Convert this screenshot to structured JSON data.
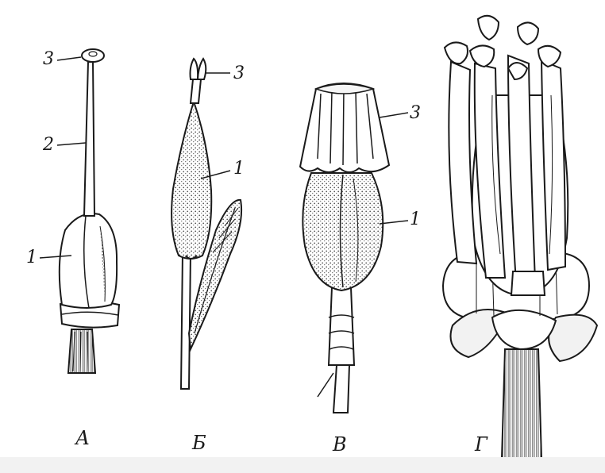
{
  "figure": {
    "a": {
      "caption": "А",
      "labels": [
        "3",
        "2",
        "1"
      ]
    },
    "b": {
      "caption": "Б",
      "labels": [
        "3",
        "1"
      ]
    },
    "v": {
      "caption": "В",
      "labels": [
        "3",
        "1"
      ]
    },
    "g": {
      "caption": "Г"
    }
  },
  "colors": {
    "ink": "#1a1a1a",
    "stipple": "#555555",
    "paper": "#ffffff"
  }
}
